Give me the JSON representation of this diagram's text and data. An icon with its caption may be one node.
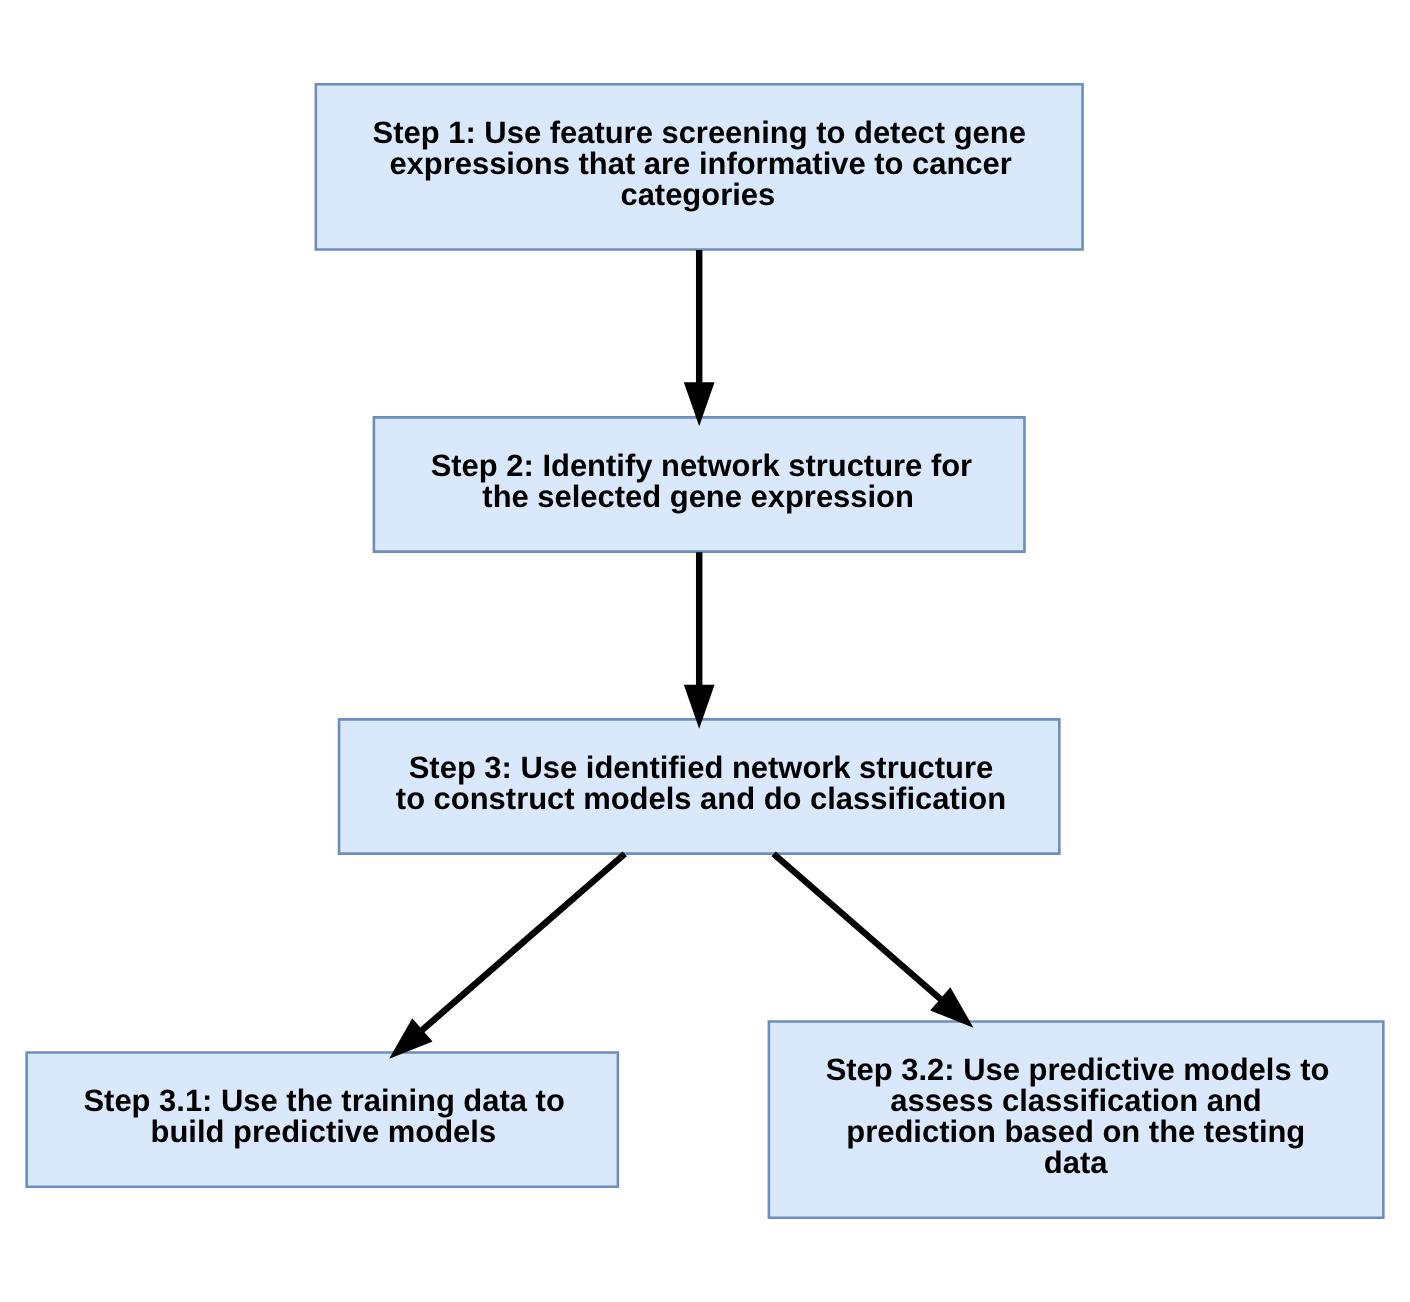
{
  "diagram": {
    "nodes": [
      {
        "text": [
          "Step 1: Use feature screening to detect gene expressions that are informative to cancer categories"
        ]
      },
      {
        "text": [
          "Step 2: Identify network structure for the selected gene expression"
        ]
      },
      {
        "text": [
          "Step 3: Use identified network structure to construct models and do classification"
        ]
      },
      {
        "text": [
          "Step 3.1: Use the training data to build predictive models"
        ]
      },
      {
        "text": [
          "Step 3.2: Use predictive models to assess classification and prediction based on the testing data"
        ]
      }
    ],
    "edges": [
      {
        "from": 0,
        "to": 1,
        "arrow": "to"
      },
      {
        "from": 1,
        "to": 2,
        "arrow": "to"
      },
      {
        "from": 2,
        "to": 3,
        "arrow": "to"
      },
      {
        "from": 2,
        "to": 4,
        "arrow": "to"
      }
    ]
  }
}
